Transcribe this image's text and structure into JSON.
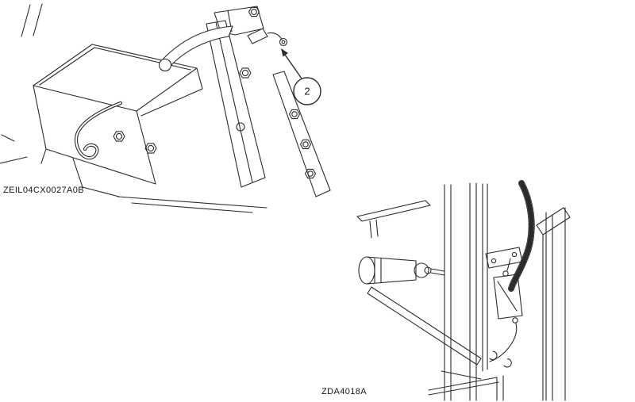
{
  "colors": {
    "background": "#ffffff",
    "line": "#2b2b2b",
    "text": "#161616"
  },
  "figure1": {
    "code": "ZEIL04CX0027A0B",
    "callout_label": "2"
  },
  "figure2": {
    "code": "ZDA4018A"
  }
}
